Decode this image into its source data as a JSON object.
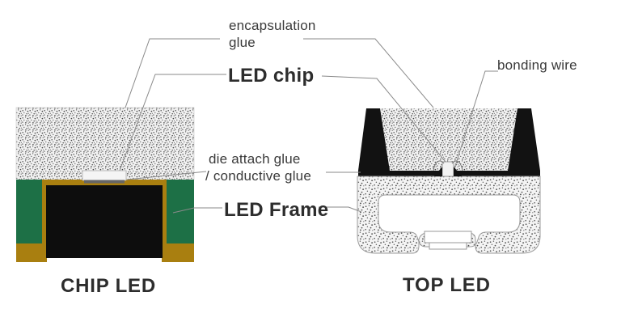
{
  "labels": {
    "encapsulation_glue_line1": "encapsulation",
    "encapsulation_glue_line2": "glue",
    "led_chip": "LED chip",
    "bonding_wire": "bonding wire",
    "die_attach_glue_line1": "die attach glue",
    "die_attach_glue_line2": "/ conductive glue",
    "led_frame": "LED Frame"
  },
  "captions": {
    "left": "CHIP LED",
    "right": "TOP LED"
  },
  "colors": {
    "frame_green": "#1d7046",
    "lead_gold": "#a97f10",
    "cavity_black": "#0d0d0d",
    "wall_black": "#121212",
    "die_attach_dark": "#666666",
    "chip_body": "#f2f2f2",
    "leader_line": "#8a8a8a",
    "outline_gray": "#9b9b9b",
    "label_text": "#3a3a3a",
    "heading_text": "#2d2d2d"
  }
}
